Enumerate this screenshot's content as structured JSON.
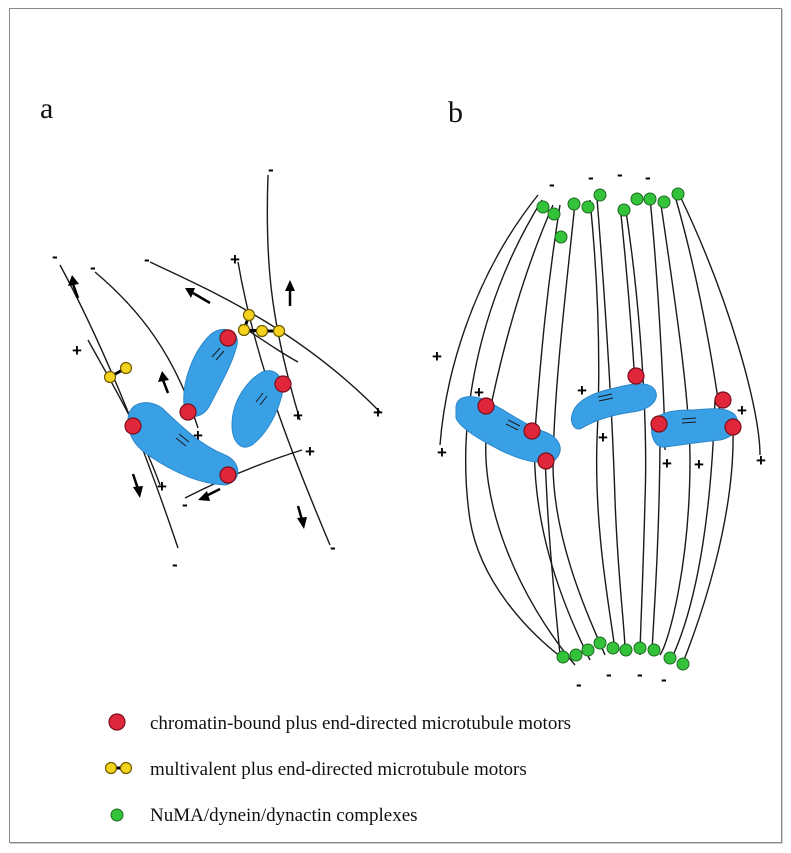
{
  "panels": {
    "a": {
      "label": "a"
    },
    "b": {
      "label": "b"
    }
  },
  "signs": {
    "plus": "+",
    "minus": "-"
  },
  "legend": [
    {
      "symbol": "red-circle",
      "color": "#e0263b",
      "text": "chromatin-bound plus end-directed microtubule motors"
    },
    {
      "symbol": "yellow-dimer",
      "color": "#f5d21e",
      "text": "multivalent plus end-directed microtubule motors"
    },
    {
      "symbol": "green-circle",
      "color": "#33c23a",
      "text": "NuMA/dynein/dynactin complexes"
    }
  ],
  "colors": {
    "chromosome": "#3aa0e6",
    "red_motor": "#e0263b",
    "yellow_motor": "#f5d21e",
    "green_complex": "#33c23a"
  }
}
